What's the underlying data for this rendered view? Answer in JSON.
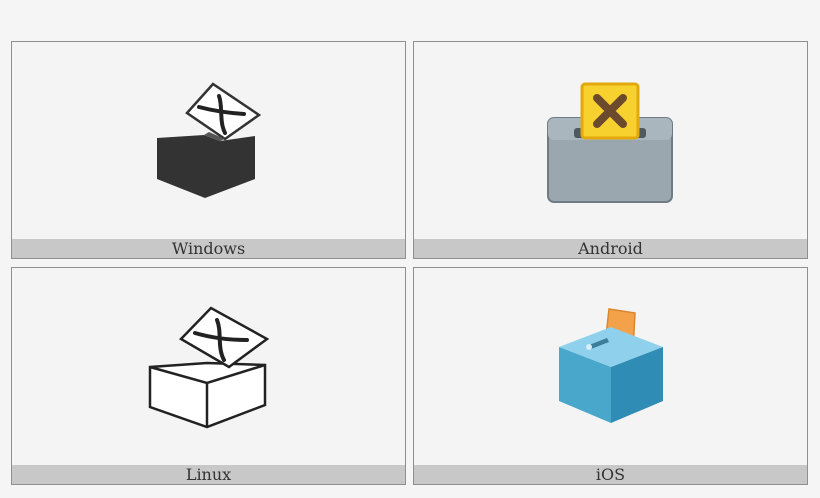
{
  "platforms": [
    {
      "label": "Windows",
      "icon": "ballot-box-with-ballot-icon"
    },
    {
      "label": "Android",
      "icon": "ballot-box-with-ballot-icon"
    },
    {
      "label": "Linux",
      "icon": "ballot-box-with-ballot-icon"
    },
    {
      "label": "iOS",
      "icon": "ballot-box-with-ballot-icon"
    }
  ]
}
